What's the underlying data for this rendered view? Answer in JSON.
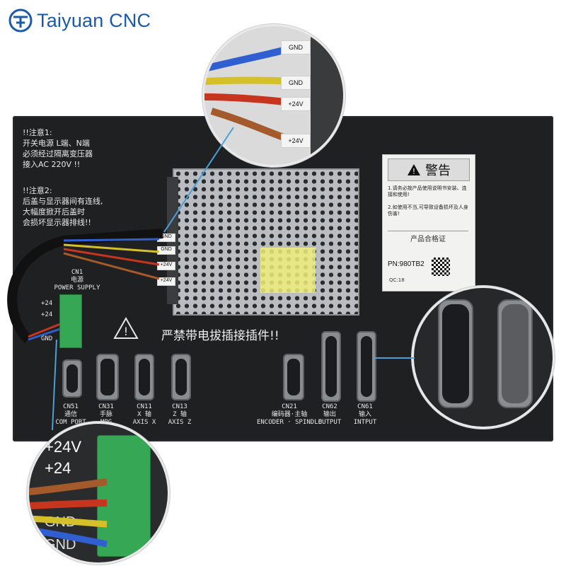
{
  "brand": {
    "name": "Taiyuan CNC",
    "color": "#1a5aa8"
  },
  "panel": {
    "notice1": "!!注意1:\n开关电源 L端、N端\n必须经过隔离变压器\n接入AC 220V !!",
    "notice2": "!!注意2:\n后盖与显示器间有连线,\n大幅度掀开后盖时\n会损坏显示器排线!!",
    "warning_banner": "严禁带电拔插接插件!!",
    "power_supply": {
      "cn": "CN1",
      "cn_name": "电源",
      "en": "POWER SUPPLY",
      "pins": [
        "+24",
        "+24",
        "GND"
      ]
    },
    "connectors": [
      {
        "cn": "CN51",
        "cn_name": "通信",
        "en": "COM PORT"
      },
      {
        "cn": "CN31",
        "cn_name": "手脉",
        "en": "MPG"
      },
      {
        "cn": "CN11",
        "cn_name": "X 轴",
        "en": "AXIS X"
      },
      {
        "cn": "CN13",
        "cn_name": "Z 轴",
        "en": "AXIS Z"
      },
      {
        "cn": "CN21",
        "cn_name": "编码器·主轴",
        "en": "ENCODER · SPINDLE"
      },
      {
        "cn": "CN62",
        "cn_name": "输出",
        "en": "OUTPUT"
      },
      {
        "cn": "CN61",
        "cn_name": "输入",
        "en": "INTPUT"
      }
    ]
  },
  "warning_card": {
    "title": "警告",
    "text": "1.请务必按产品使用说明书安装、连接和使用!\n\n2.如使用不当,可导致设备损坏及人身伤害!",
    "cert_title": "产品合格证",
    "model": "PN:980TB2",
    "qc": "QC:18"
  },
  "zoom_top": {
    "tags": [
      "GND",
      "GND",
      "+24V",
      "+24V"
    ]
  },
  "zoom_bottom": {
    "labels": [
      "+24V",
      "+24",
      "GND",
      "GND"
    ]
  },
  "psu_tags": [
    "GND",
    "GND",
    "+24V",
    "+24V"
  ]
}
